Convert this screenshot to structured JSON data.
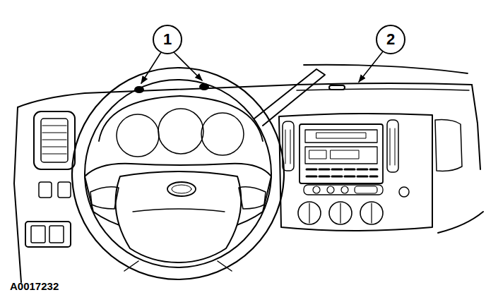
{
  "diagram": {
    "labels": [
      "1",
      "2",
      "A0017232"
    ]
  }
}
